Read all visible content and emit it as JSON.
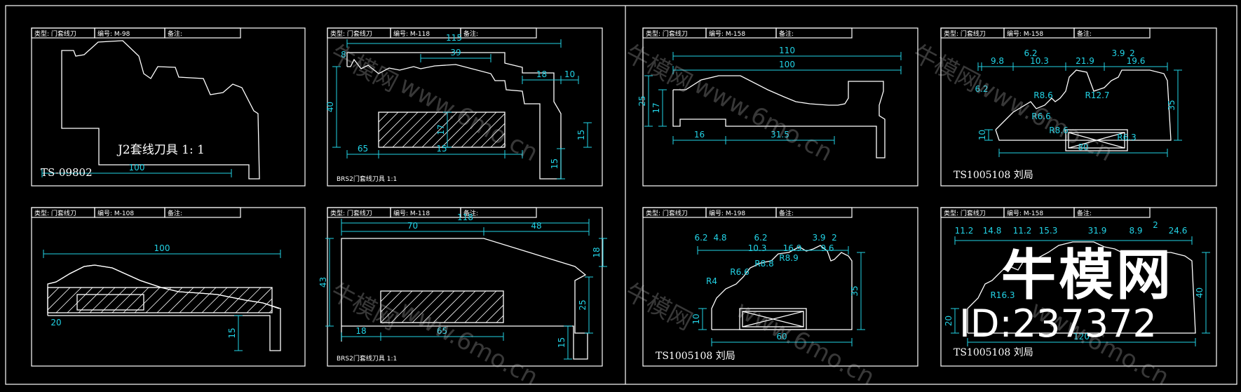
{
  "colors": {
    "background": "#000000",
    "outline": "#ffffff",
    "dimension": "#22d3e6"
  },
  "panels": [
    {
      "tb": [
        "类型: 门套线刀",
        "编号: M-98",
        "备注:"
      ],
      "texts": [
        "J2套线刀具 1: 1",
        "TS-09802"
      ],
      "dims": [
        "100"
      ]
    },
    {
      "tb": [
        "类型: 门套线刀",
        "编号: M-118",
        "备注:"
      ],
      "texts": [
        "BRS2门套线刀具 1:1"
      ],
      "dims": [
        "115",
        "39",
        "8",
        "40",
        "18",
        "10",
        "17",
        "15",
        "15",
        "65",
        "15"
      ]
    },
    {
      "tb": [
        "类型: 门套线刀",
        "编号: M-158",
        "备注:"
      ],
      "texts": [],
      "dims": [
        "110",
        "100",
        "25",
        "17",
        "16",
        "31.5"
      ]
    },
    {
      "tb": [
        "类型: 门套线刀",
        "编号: M-158",
        "备注:"
      ],
      "texts": [
        "TS1005108  刘局"
      ],
      "dims": [
        "6.2",
        "3.9",
        "2",
        "9.8",
        "10.3",
        "21.9",
        "19.6",
        "6.2",
        "R8.6",
        "R12.7",
        "R6.6",
        "R8.6",
        "R6.3",
        "35",
        "10",
        "80"
      ]
    },
    {
      "tb": [
        "类型: 门套线刀",
        "编号: M-108",
        "备注:"
      ],
      "texts": [],
      "dims": [
        "100",
        "20",
        "15"
      ]
    },
    {
      "tb": [
        "类型: 门套线刀",
        "编号: M-118",
        "备注:"
      ],
      "texts": [
        "BRS2门套线刀具 1:1"
      ],
      "dims": [
        "118",
        "70",
        "48",
        "18",
        "43",
        "25",
        "18",
        "65",
        "15"
      ]
    },
    {
      "tb": [
        "类型: 门套线刀",
        "编号: M-198",
        "备注:"
      ],
      "texts": [
        "TS1005108  刘局"
      ],
      "dims": [
        "6.2",
        "4.8",
        "6.2",
        "10.3",
        "16.9",
        "3.9",
        "2",
        "9.6",
        "R4",
        "R6.6",
        "R8.8",
        "R8.9",
        "35",
        "10",
        "60"
      ]
    },
    {
      "tb": [
        "类型: 门套线刀",
        "编号: M-158",
        "备注:"
      ],
      "texts": [
        "TS1005108  刘局"
      ],
      "dims": [
        "11.2",
        "14.8",
        "11.2",
        "15.3",
        "31.9",
        "8.9",
        "2",
        "24.6",
        "R16.3",
        "20",
        "40",
        "120"
      ]
    }
  ],
  "watermark": {
    "cn": "牛模网",
    "url": "www.6mo.cn"
  },
  "brand": {
    "name": "牛模网",
    "id": "ID:237372"
  }
}
